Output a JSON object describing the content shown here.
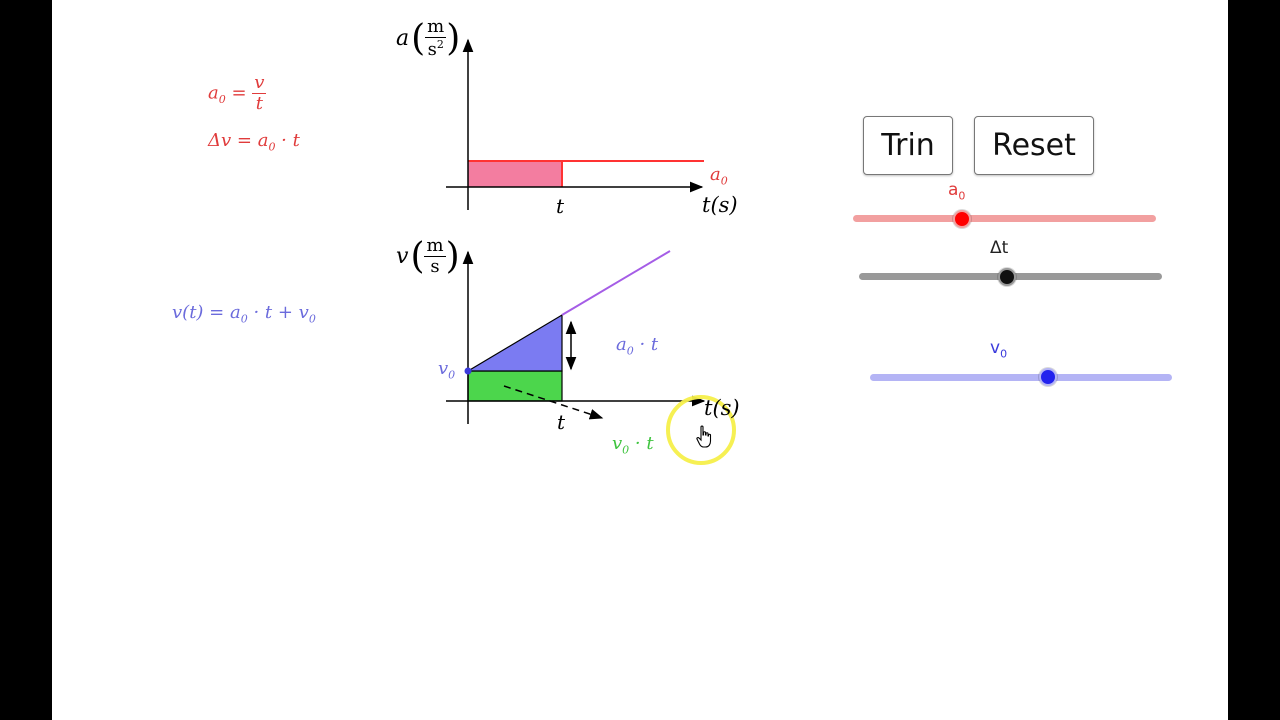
{
  "formulas": {
    "a0_lhs": "a",
    "a0_sub": "0",
    "a0_eq": "=",
    "a0_num": "v",
    "a0_den": "t",
    "dv": "Δv = a",
    "dv_sub": "0",
    "dv_rest": "· t",
    "vt_lhs": "v(t) = a",
    "vt_sub": "0",
    "vt_mid": "· t + v",
    "vt_sub2": "0"
  },
  "accel_graph": {
    "y_label_sym": "a",
    "y_unit_num": "m",
    "y_unit_den": "s",
    "y_unit_den_sup": "2",
    "x_label": "t(s)",
    "t_marker": "t",
    "series_label": "a",
    "series_sub": "0"
  },
  "velocity_graph": {
    "y_label_sym": "v",
    "y_unit_num": "m",
    "y_unit_den": "s",
    "x_label": "t(s)",
    "t_marker": "t",
    "v0_label": "v",
    "v0_sub": "0",
    "a0t_label": "a",
    "a0t_sub": "0",
    "a0t_rest": "· t",
    "v0t_label": "v",
    "v0t_sub": "0",
    "v0t_rest": "· t"
  },
  "buttons": {
    "trin": "Trin",
    "reset": "Reset"
  },
  "sliders": {
    "a0": {
      "label": "a",
      "sub": "0",
      "value_fraction": 0.36,
      "color": "#f2a0a0",
      "knob": "#ff0000"
    },
    "dt": {
      "label": "Δt",
      "value_fraction": 0.49,
      "color": "#999999",
      "knob": "#111111"
    },
    "v0": {
      "label": "v",
      "sub": "0",
      "value_fraction": 0.59,
      "color": "#b4b4f5",
      "knob": "#2222ee"
    }
  },
  "colors": {
    "accel_fill": "#f37da0",
    "accel_line": "#ff3333",
    "blue_fill": "#7b7bf2",
    "green_fill": "#4cd64c",
    "purple_line": "#a55de6",
    "cursor_ring": "#f5ef4a"
  },
  "icons": {
    "cursor": "hand-pointer-icon"
  }
}
